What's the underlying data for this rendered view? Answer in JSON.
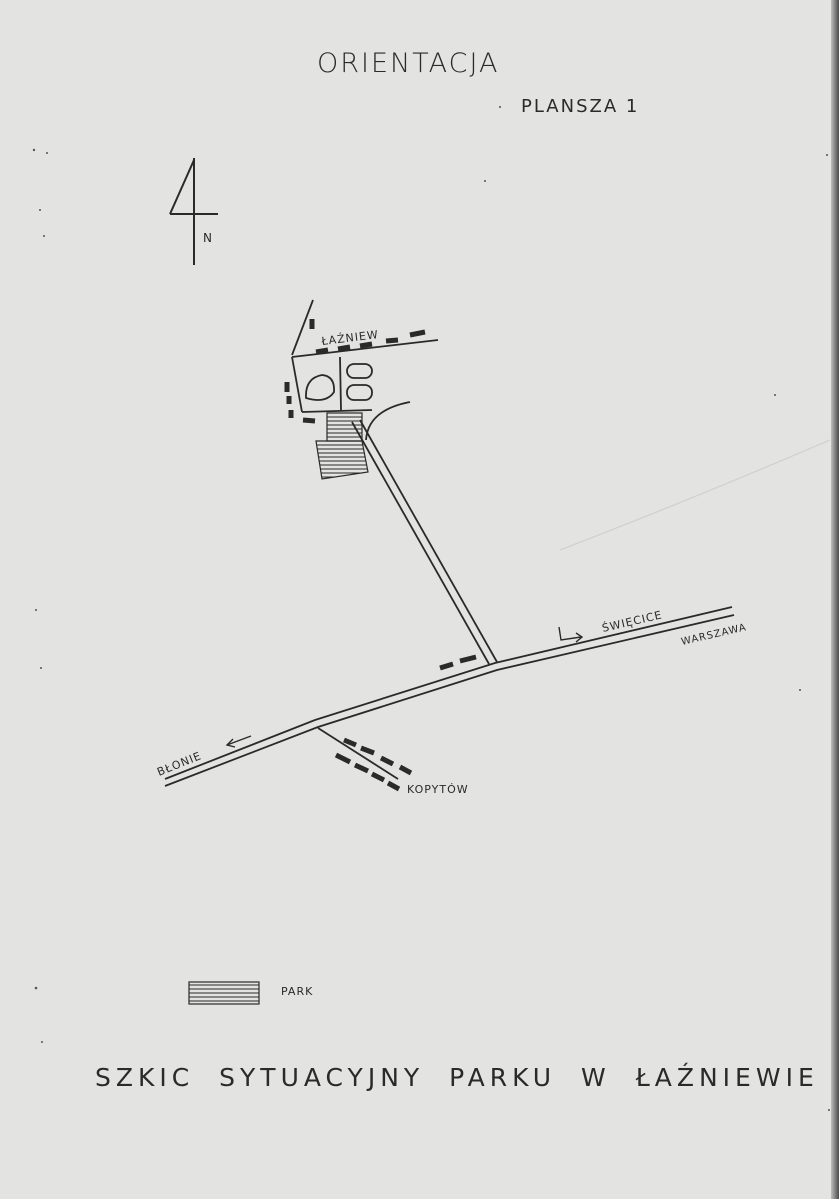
{
  "map": {
    "title": "ORIENTACJA",
    "sheet_label": "PLANSZA 1",
    "caption": "SZKIC SYTUACYJNY PARKU W ŁAŹNIEWIE",
    "north_label": "N",
    "places": {
      "lazniew": "ŁAŹNIEW",
      "swiecice": "ŚWIĘCICE",
      "warszawa": "WARSZAWA",
      "blonie": "BŁONIE",
      "kopytow": "KOPYTÓW"
    },
    "legend": {
      "park_label": "PARK"
    },
    "colors": {
      "paper": "#e3e3e1",
      "ink": "#2a2a2a"
    }
  }
}
